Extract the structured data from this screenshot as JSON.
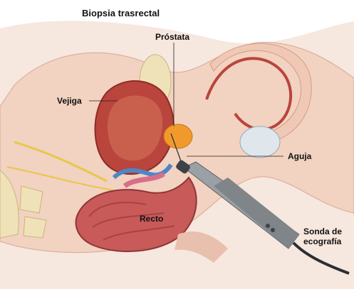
{
  "title": "Biopsia trasrectal",
  "labels": {
    "prostata": "Próstata",
    "vejiga": "Vejiga",
    "aguja": "Aguja",
    "recto": "Recto",
    "sonda_line1": "Sonda de",
    "sonda_line2": "ecografía"
  },
  "colors": {
    "skin": "#f4d8c8",
    "flesh": "#e7b8a4",
    "bladder": "#b9453c",
    "prostate": "#f19a2c",
    "rectum": "#c85a5a",
    "vessel_blue": "#4d86c8",
    "probe": "#9aa0a3"
  }
}
